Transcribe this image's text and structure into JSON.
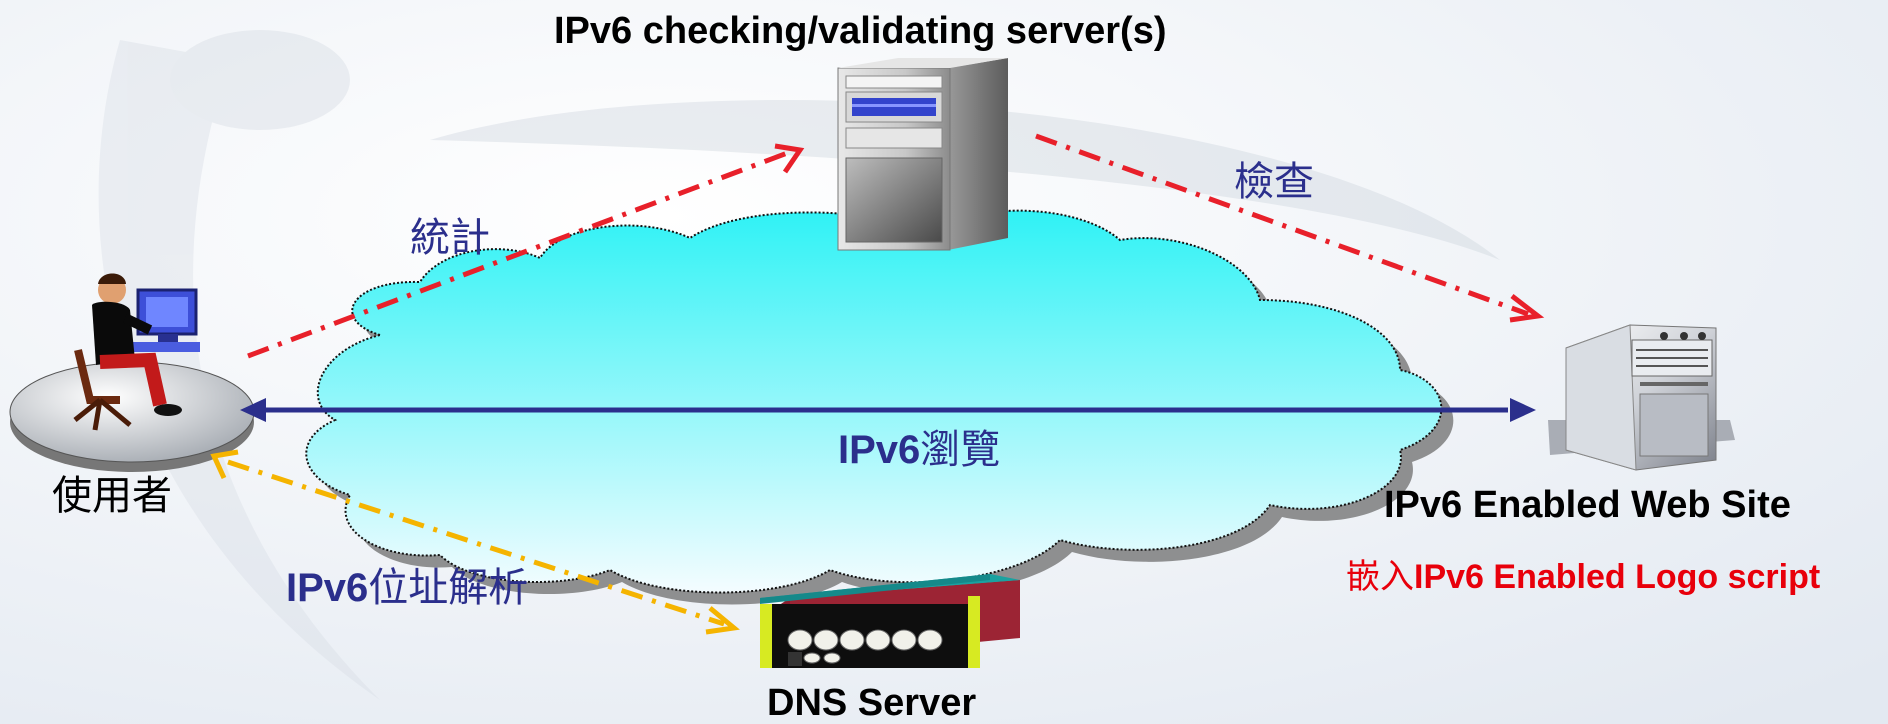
{
  "labels": {
    "server_title": "IPv6 checking/validating server(s)",
    "stats": "統計",
    "check": "檢查",
    "browse_prefix": "IPv6",
    "browse_suffix": "瀏覽",
    "user": "使用者",
    "dns_resolve_prefix": "IPv6",
    "dns_resolve_suffix": "位址解析",
    "web_site": "IPv6 Enabled Web Site",
    "embed_prefix": "嵌入",
    "embed_suffix": "IPv6 Enabled Logo script",
    "dns_server": "DNS Server"
  },
  "colors": {
    "red_arrow": "#e8202a",
    "yellow_arrow": "#f5b400",
    "blue_arrow": "#2b2f8c",
    "cloud_top": "#2ff2f5",
    "cloud_bottom": "#f2fbff",
    "label_blue": "#2b2f8c",
    "label_red": "#e8000b"
  },
  "icons": {
    "user": "user-at-computer-icon",
    "validating_server": "tower-server-icon",
    "web_server": "web-server-icon",
    "dns_server": "dns-server-icon",
    "cloud": "internet-cloud"
  }
}
